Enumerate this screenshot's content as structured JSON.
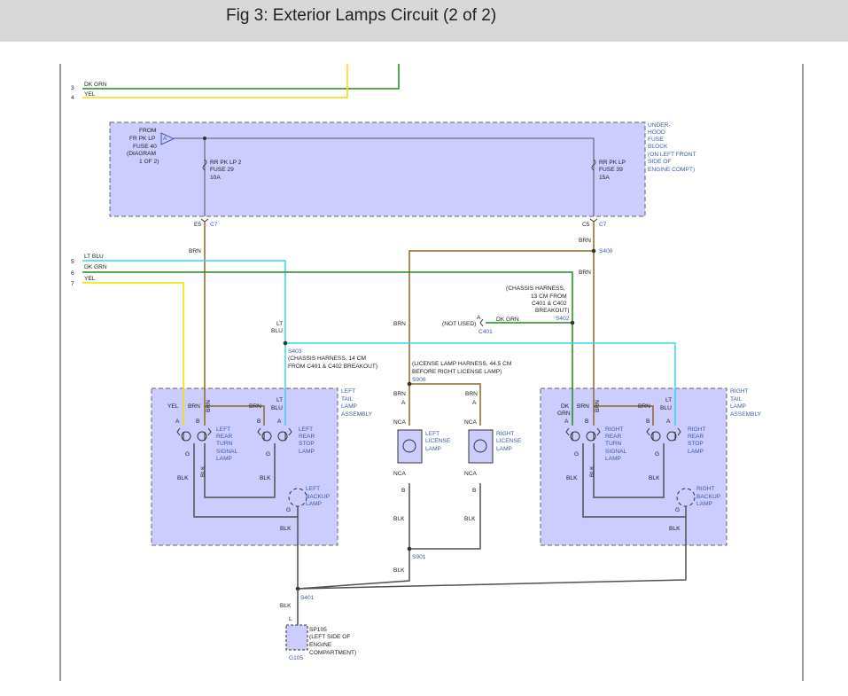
{
  "title": "Fig 3: Exterior Lamps Circuit (2 of 2)",
  "colors": {
    "dk_grn": "#1e8a1e",
    "yel": "#f0e000",
    "lt_blu": "#33d6f2",
    "brn": "#8a6a28",
    "blk": "#505050",
    "box_fill": "#ccccff",
    "label_blue": "#3b5ba8"
  },
  "top_wires": {
    "pin3": "3",
    "pin3_color": "DK GRN",
    "pin4": "4",
    "pin4_color": "YEL"
  },
  "fuse_block": {
    "from": [
      "FROM",
      "FR PK LP",
      "FUSE 40",
      "(DIAGRAM",
      "1 OF 2)"
    ],
    "connector_a": "A",
    "rr_left": [
      "RR PK LP 2",
      "FUSE 29",
      "10A"
    ],
    "rr_right": [
      "RR PK LP",
      "FUSE 39",
      "15A"
    ],
    "label": [
      "UNDER-",
      "HOOD",
      "FUSE",
      "BLOCK",
      "(ON LEFT FRONT",
      "SIDE OF",
      "ENGINE COMPT)"
    ],
    "e5": "E5",
    "c7_left": "C7",
    "c5": "C5",
    "c7_right": "C7"
  },
  "mid_wires": {
    "pin5": "5",
    "pin5_color": "LT BLU",
    "pin6": "6",
    "pin6_color": "DK GRN",
    "pin7": "7",
    "pin7_color": "YEL"
  },
  "labels": {
    "brn": "BRN",
    "lt": "LT",
    "blu": "BLU",
    "blk": "BLK",
    "dk": "DK",
    "grn": "GRN",
    "yel": "YEL",
    "dk_grn": "DK GRN",
    "a": "A",
    "b": "B",
    "g": "G",
    "l": "L",
    "nca": "NCA",
    "not_used": "(NOT USED)",
    "s400": "S400",
    "s402": "S402",
    "s403": "S403",
    "s900": "S900",
    "s901": "S901",
    "s401": "S401",
    "c401": "C401",
    "chassis_right": [
      "(CHASSIS HARNESS,",
      "13 CM FROM",
      "C401 & C402",
      "BREAKOUT)"
    ],
    "chassis_left": [
      "(CHASSIS HARNESS, 14 CM",
      "FROM C401 & C402 BREAKOUT)"
    ],
    "license_harness": [
      "(LICENSE LAMP HARNESS, 44.5 CM",
      "BEFORE RIGHT LICENSE LAMP)"
    ]
  },
  "left_tail": {
    "title": [
      "LEFT",
      "TAIL",
      "LAMP",
      "ASSEMBLY"
    ],
    "turn": [
      "LEFT",
      "REAR",
      "TURN",
      "SIGNAL",
      "LAMP"
    ],
    "stop": [
      "LEFT",
      "REAR",
      "STOP",
      "LAMP"
    ],
    "backup": [
      "LEFT",
      "BACKUP",
      "LAMP"
    ]
  },
  "right_tail": {
    "title": [
      "RIGHT",
      "TAIL",
      "LAMP",
      "ASSEMBLY"
    ],
    "turn": [
      "RIGHT",
      "REAR",
      "TURN",
      "SIGNAL",
      "LAMP"
    ],
    "stop": [
      "RIGHT",
      "REAR",
      "STOP",
      "LAMP"
    ],
    "backup": [
      "RIGHT",
      "BACKUP",
      "LAMP"
    ]
  },
  "license": {
    "left": [
      "LEFT",
      "LICENSE",
      "LAMP"
    ],
    "right": [
      "RIGHT",
      "LICENSE",
      "LAMP"
    ]
  },
  "ground": {
    "sp105": "SP105",
    "desc": [
      "(LEFT SIDE OF",
      "ENGINE",
      "COMPARTMENT)"
    ],
    "g105": "G105"
  }
}
